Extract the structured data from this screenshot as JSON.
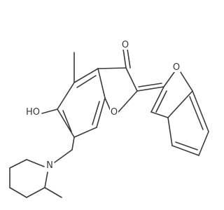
{
  "molecule": {
    "atoms": {
      "ketone_oxygen": "O",
      "furanone_oxygen": "O",
      "benzofuran_oxygen": "O",
      "hydroxyl": "HO",
      "piperidine_nitrogen": "N"
    }
  },
  "colors": {
    "bond": "#3a3a3a",
    "background": "#ffffff"
  }
}
